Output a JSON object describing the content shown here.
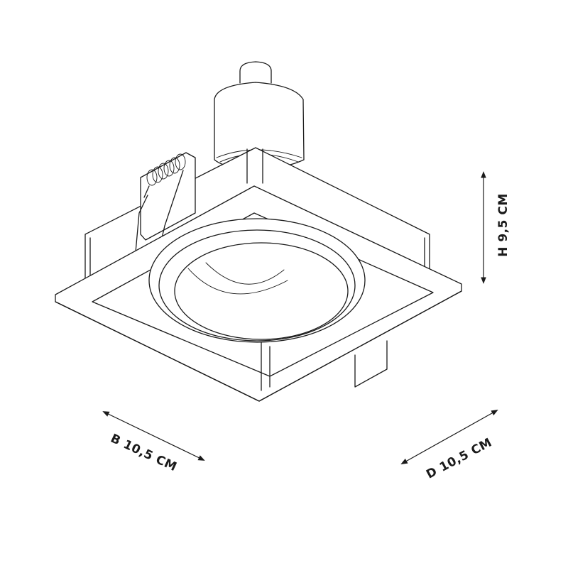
{
  "diagram": {
    "subject": "square recessed downlight fixture, isometric line drawing",
    "line_color": "#1a1a1a",
    "background": "#ffffff",
    "parts": [
      "lamp-socket-cap",
      "lamp-socket-body",
      "spring-clip",
      "housing-box",
      "square-trim-frame",
      "gimbal-ring",
      "reflector-cone",
      "mounting-tab"
    ]
  },
  "dimensions": {
    "height": {
      "label": "H 9,5 CM"
    },
    "width": {
      "label": "B 10,5 CM"
    },
    "depth": {
      "label": "D 10,5 CM"
    }
  }
}
